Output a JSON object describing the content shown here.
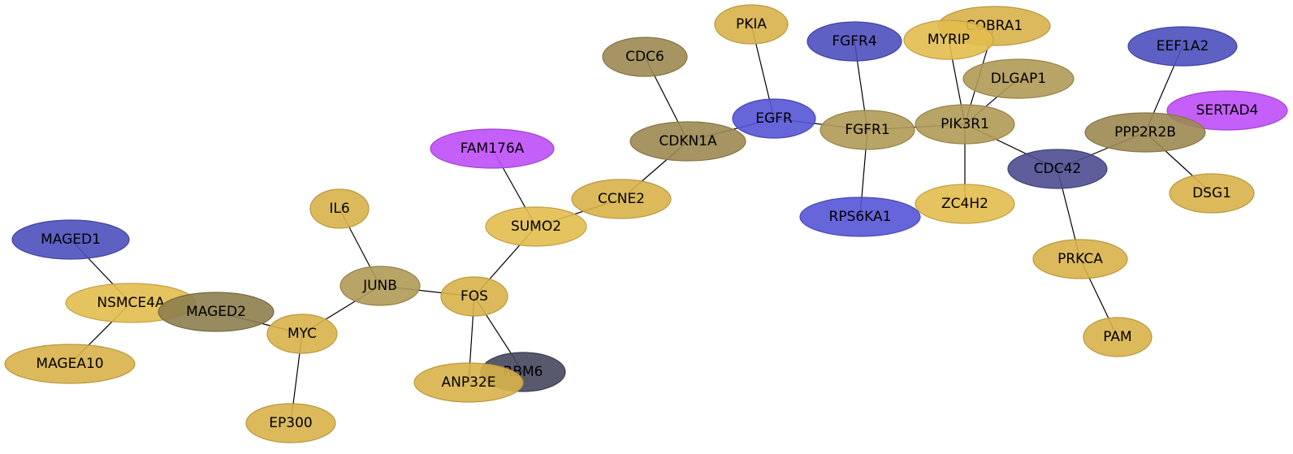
{
  "colors": {
    "gold": "#d8b34a",
    "gold_light": "#e2bd4e",
    "olive": "#9c8a52",
    "olive_mid": "#b09a55",
    "dark_olive": "#8c7e4e",
    "blue": "#5555d6",
    "blue_dark": "#4c4fbd",
    "purple": "#bf4ef8",
    "navy": "#4d4d8f",
    "slate": "#47475e",
    "edge": "#000000"
  },
  "nodes": [
    {
      "id": "PKIA",
      "label": "PKIA",
      "color": "gold"
    },
    {
      "id": "CDC6",
      "label": "CDC6",
      "color": "olive"
    },
    {
      "id": "FGFR4",
      "label": "FGFR4",
      "color": "blue_dark"
    },
    {
      "id": "COBRA1",
      "label": "COBRA1",
      "color": "gold"
    },
    {
      "id": "MYRIP",
      "label": "MYRIP",
      "color": "gold_light"
    },
    {
      "id": "EEF1A2",
      "label": "EEF1A2",
      "color": "blue_dark"
    },
    {
      "id": "DLGAP1",
      "label": "DLGAP1",
      "color": "olive_mid"
    },
    {
      "id": "SERTAD4",
      "label": "SERTAD4",
      "color": "purple"
    },
    {
      "id": "EGFR",
      "label": "EGFR",
      "color": "blue"
    },
    {
      "id": "FGFR1",
      "label": "FGFR1",
      "color": "olive_mid"
    },
    {
      "id": "PIK3R1",
      "label": "PIK3R1",
      "color": "olive_mid"
    },
    {
      "id": "PPP2R2B",
      "label": "PPP2R2B",
      "color": "olive"
    },
    {
      "id": "CDKN1A",
      "label": "CDKN1A",
      "color": "olive"
    },
    {
      "id": "FAM176A",
      "label": "FAM176A",
      "color": "purple"
    },
    {
      "id": "CDC42",
      "label": "CDC42",
      "color": "navy"
    },
    {
      "id": "CCNE2",
      "label": "CCNE2",
      "color": "gold"
    },
    {
      "id": "DSG1",
      "label": "DSG1",
      "color": "gold"
    },
    {
      "id": "ZC4H2",
      "label": "ZC4H2",
      "color": "gold_light"
    },
    {
      "id": "RPS6KA1",
      "label": "RPS6KA1",
      "color": "blue"
    },
    {
      "id": "IL6",
      "label": "IL6",
      "color": "gold"
    },
    {
      "id": "SUMO2",
      "label": "SUMO2",
      "color": "gold_light"
    },
    {
      "id": "MAGED1",
      "label": "MAGED1",
      "color": "blue_dark"
    },
    {
      "id": "PRKCA",
      "label": "PRKCA",
      "color": "gold"
    },
    {
      "id": "JUNB",
      "label": "JUNB",
      "color": "olive_mid"
    },
    {
      "id": "FOS",
      "label": "FOS",
      "color": "gold"
    },
    {
      "id": "NSMCE4A",
      "label": "NSMCE4A",
      "color": "gold_light"
    },
    {
      "id": "MAGED2",
      "label": "MAGED2",
      "color": "dark_olive"
    },
    {
      "id": "MYC",
      "label": "MYC",
      "color": "gold"
    },
    {
      "id": "PAM",
      "label": "PAM",
      "color": "gold"
    },
    {
      "id": "MAGEA10",
      "label": "MAGEA10",
      "color": "gold"
    },
    {
      "id": "RBM6",
      "label": "RBM6",
      "color": "slate"
    },
    {
      "id": "ANP32E",
      "label": "ANP32E",
      "color": "gold"
    },
    {
      "id": "EP300",
      "label": "EP300",
      "color": "gold"
    }
  ],
  "edges": [
    [
      "PKIA",
      "EGFR"
    ],
    [
      "CDC6",
      "CDKN1A"
    ],
    [
      "CDKN1A",
      "EGFR"
    ],
    [
      "CDKN1A",
      "CCNE2"
    ],
    [
      "EGFR",
      "FGFR1"
    ],
    [
      "FGFR4",
      "FGFR1"
    ],
    [
      "FGFR1",
      "RPS6KA1"
    ],
    [
      "FGFR1",
      "PIK3R1"
    ],
    [
      "MYRIP",
      "PIK3R1"
    ],
    [
      "COBRA1",
      "PIK3R1"
    ],
    [
      "DLGAP1",
      "PIK3R1"
    ],
    [
      "PIK3R1",
      "ZC4H2"
    ],
    [
      "PIK3R1",
      "CDC42"
    ],
    [
      "CDC42",
      "PPP2R2B"
    ],
    [
      "EEF1A2",
      "PPP2R2B"
    ],
    [
      "PPP2R2B",
      "DSG1"
    ],
    [
      "CDC42",
      "PRKCA"
    ],
    [
      "PRKCA",
      "PAM"
    ],
    [
      "CCNE2",
      "SUMO2"
    ],
    [
      "FAM176A",
      "SUMO2"
    ],
    [
      "SUMO2",
      "FOS"
    ],
    [
      "FOS",
      "JUNB"
    ],
    [
      "IL6",
      "JUNB"
    ],
    [
      "JUNB",
      "MYC"
    ],
    [
      "FOS",
      "ANP32E"
    ],
    [
      "FOS",
      "RBM6"
    ],
    [
      "MYC",
      "MAGED2"
    ],
    [
      "MYC",
      "EP300"
    ],
    [
      "MAGED1",
      "NSMCE4A"
    ],
    [
      "NSMCE4A",
      "MAGEA10"
    ]
  ]
}
